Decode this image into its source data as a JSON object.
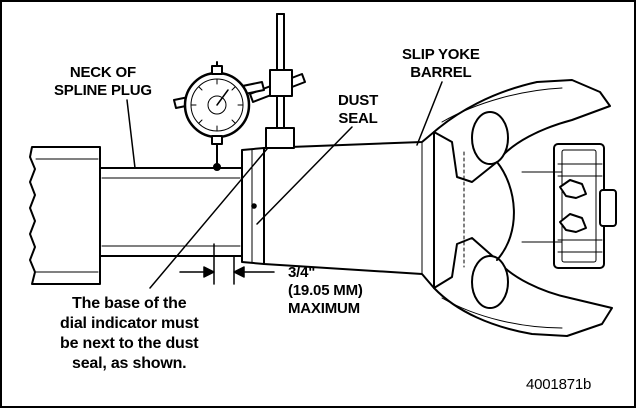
{
  "labels": {
    "neck": [
      "NECK OF",
      "SPLINE PLUG"
    ],
    "slip_yoke": [
      "SLIP YOKE",
      "BARREL"
    ],
    "dust_seal": [
      "DUST",
      "SEAL"
    ],
    "measurement": [
      "3/4\"",
      "(19.05 MM)",
      "MAXIMUM"
    ],
    "caption": [
      "The base of the",
      "dial indicator must",
      "be next to the dust",
      "seal, as shown."
    ]
  },
  "figure_id": "4001871b",
  "colors": {
    "ink": "#000000",
    "paper": "#ffffff",
    "hatch": "#000000"
  }
}
